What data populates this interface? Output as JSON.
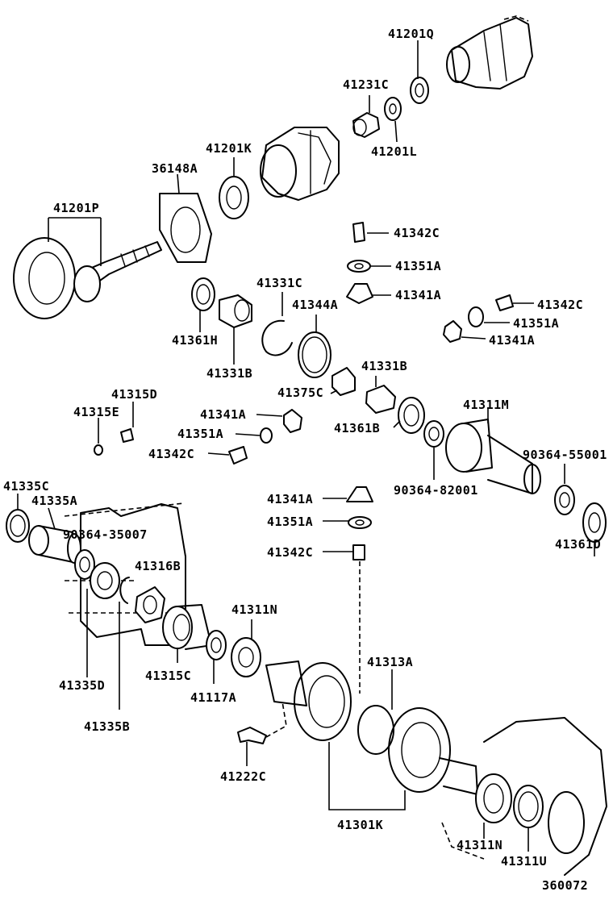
{
  "diagram": {
    "parts": [
      {
        "id": "p1",
        "code": "41201Q"
      },
      {
        "id": "p2",
        "code": "41231C"
      },
      {
        "id": "p3",
        "code": "41201L"
      },
      {
        "id": "p4",
        "code": "41201K"
      },
      {
        "id": "p5",
        "code": "36148A"
      },
      {
        "id": "p6",
        "code": "41201P"
      },
      {
        "id": "p7",
        "code": "41342C"
      },
      {
        "id": "p8",
        "code": "41351A"
      },
      {
        "id": "p9",
        "code": "41341A"
      },
      {
        "id": "p10",
        "code": "41331C"
      },
      {
        "id": "p11",
        "code": "41344A"
      },
      {
        "id": "p12",
        "code": "41342C"
      },
      {
        "id": "p13",
        "code": "41351A"
      },
      {
        "id": "p14",
        "code": "41341A"
      },
      {
        "id": "p15",
        "code": "41361H"
      },
      {
        "id": "p16",
        "code": "41331B"
      },
      {
        "id": "p17",
        "code": "41331B"
      },
      {
        "id": "p18",
        "code": "41375C"
      },
      {
        "id": "p19",
        "code": "41315D"
      },
      {
        "id": "p20",
        "code": "41315E"
      },
      {
        "id": "p21",
        "code": "41341A"
      },
      {
        "id": "p22",
        "code": "41351A"
      },
      {
        "id": "p23",
        "code": "41342C"
      },
      {
        "id": "p24",
        "code": "41361B"
      },
      {
        "id": "p25",
        "code": "41311M"
      },
      {
        "id": "p26",
        "code": "90364-55001"
      },
      {
        "id": "p27",
        "code": "90364-82001"
      },
      {
        "id": "p28",
        "code": "41341A"
      },
      {
        "id": "p29",
        "code": "41351A"
      },
      {
        "id": "p30",
        "code": "41342C"
      },
      {
        "id": "p31",
        "code": "41361D"
      },
      {
        "id": "p32",
        "code": "41335C"
      },
      {
        "id": "p33",
        "code": "41335A"
      },
      {
        "id": "p34",
        "code": "90364-35007"
      },
      {
        "id": "p35",
        "code": "41316B"
      },
      {
        "id": "p36",
        "code": "41311N"
      },
      {
        "id": "p37",
        "code": "41313A"
      },
      {
        "id": "p38",
        "code": "41335D"
      },
      {
        "id": "p39",
        "code": "41315C"
      },
      {
        "id": "p40",
        "code": "41117A"
      },
      {
        "id": "p41",
        "code": "41335B"
      },
      {
        "id": "p42",
        "code": "41222C"
      },
      {
        "id": "p43",
        "code": "41301K"
      },
      {
        "id": "p44",
        "code": "41311N"
      },
      {
        "id": "p45",
        "code": "41311U"
      }
    ],
    "figure_number": "360072"
  }
}
